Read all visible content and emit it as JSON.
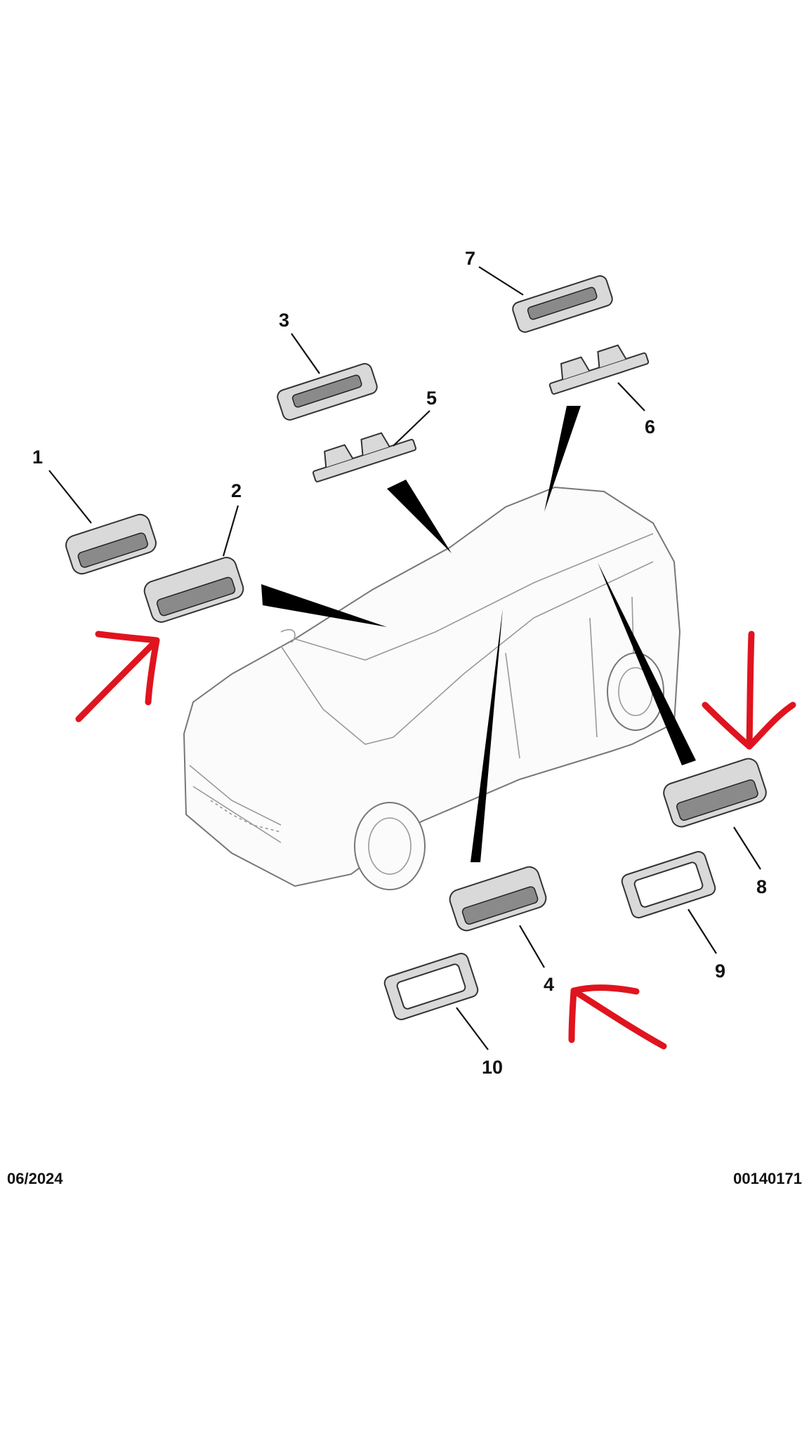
{
  "diagram": {
    "callouts": [
      "1",
      "2",
      "3",
      "4",
      "5",
      "6",
      "7",
      "8",
      "9",
      "10"
    ],
    "footer": {
      "date": "06/2024",
      "reference": "00140171"
    },
    "annotation_color": "#e0141e"
  }
}
